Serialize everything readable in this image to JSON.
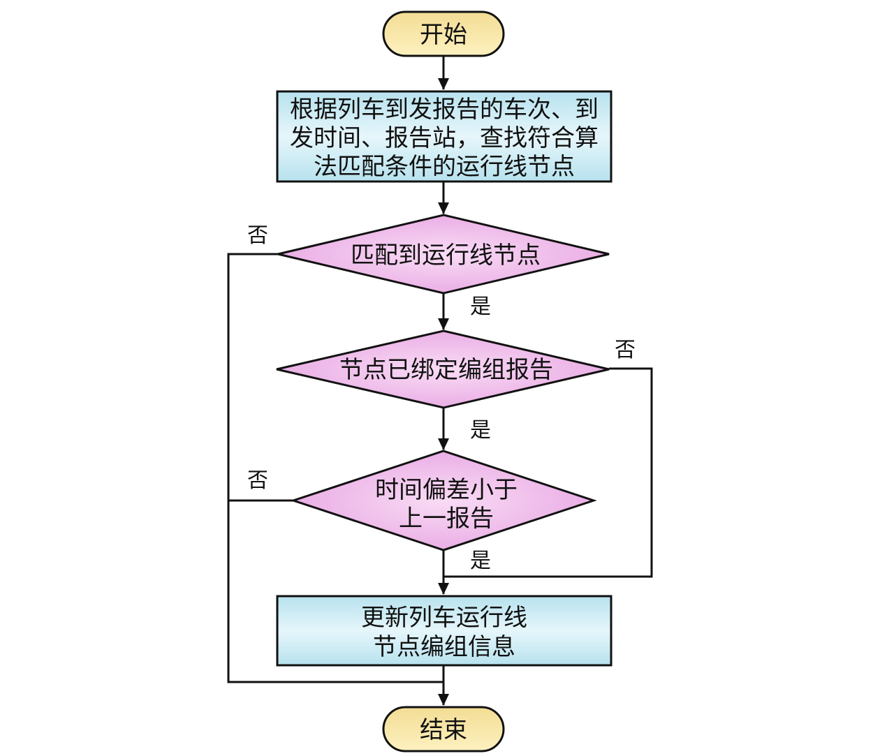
{
  "colors": {
    "terminal_fill_top": "#f3dd94",
    "terminal_fill_bottom": "#fdf1bf",
    "process_fill_top": "#b7e2ee",
    "process_fill_mid": "#e6f6fb",
    "decision_fill_edge": "#e7a5e2",
    "decision_fill_center": "#f9dcf5",
    "stroke": "#111111"
  },
  "nodes": {
    "start": {
      "type": "terminal",
      "lines": [
        "开始"
      ]
    },
    "find_node": {
      "type": "process",
      "lines": [
        "根据列车到发报告的车次、到",
        "发时间、报告站，查找符合算",
        "法匹配条件的运行线节点"
      ]
    },
    "match_decision": {
      "type": "decision",
      "lines": [
        "匹配到运行线节点"
      ]
    },
    "bound_decision": {
      "type": "decision",
      "lines": [
        "节点已绑定编组报告"
      ]
    },
    "time_decision": {
      "type": "decision",
      "lines": [
        "时间偏差小于",
        "上一报告"
      ]
    },
    "update_node": {
      "type": "process",
      "lines": [
        "更新列车运行线",
        "节点编组信息"
      ]
    },
    "end": {
      "type": "terminal",
      "lines": [
        "结束"
      ]
    }
  },
  "edges": [
    {
      "from": "start",
      "to": "find_node",
      "label": ""
    },
    {
      "from": "find_node",
      "to": "match_decision",
      "label": ""
    },
    {
      "from": "match_decision",
      "to": "bound_decision",
      "label": "是"
    },
    {
      "from": "match_decision",
      "to": "end",
      "label": "否"
    },
    {
      "from": "bound_decision",
      "to": "time_decision",
      "label": "是"
    },
    {
      "from": "bound_decision",
      "to": "update_node",
      "label": "否"
    },
    {
      "from": "time_decision",
      "to": "update_node",
      "label": "是"
    },
    {
      "from": "time_decision",
      "to": "end",
      "label": "否"
    },
    {
      "from": "update_node",
      "to": "end",
      "label": ""
    }
  ]
}
